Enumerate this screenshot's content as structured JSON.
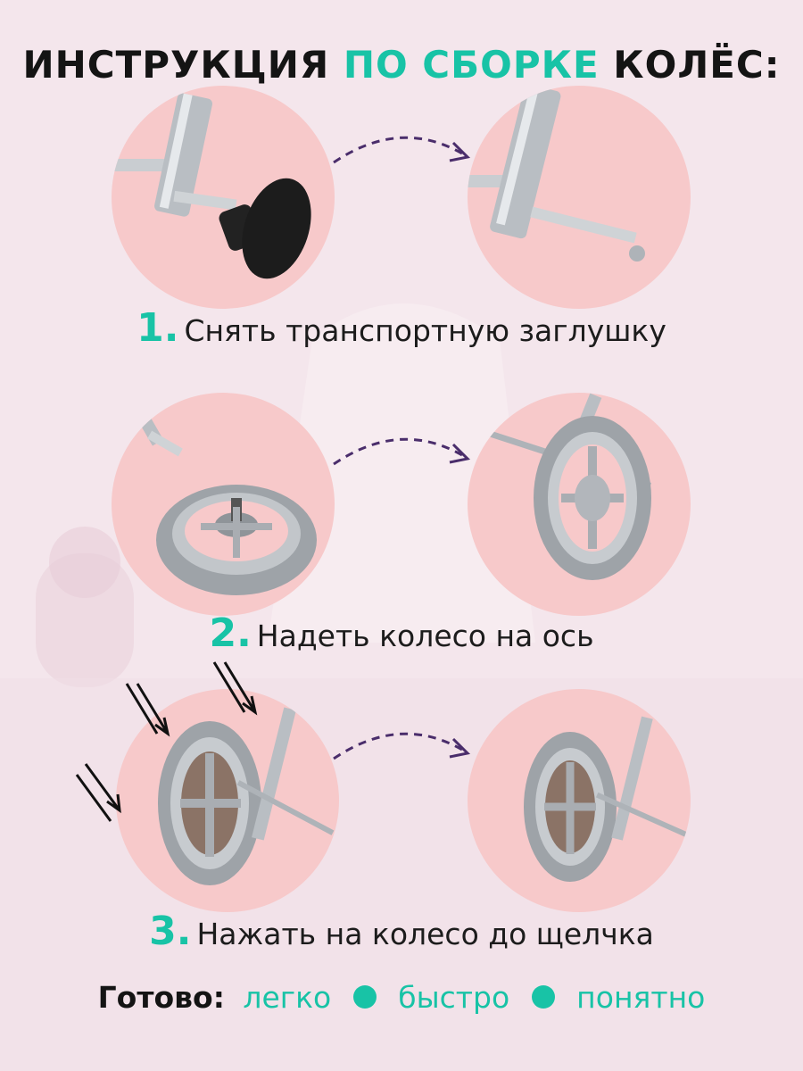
{
  "title": {
    "part1": "ИНСТРУКЦИЯ",
    "accent": "ПО СБОРКЕ",
    "part2": "КОЛЁС:"
  },
  "steps": [
    {
      "number": "1.",
      "text": "Снять транспортную заглушку"
    },
    {
      "number": "2.",
      "text": "Надеть колесо на ось"
    },
    {
      "number": "3.",
      "text": "Нажать на колесо до щелчка"
    }
  ],
  "footer": {
    "lead": "Готово:",
    "words": [
      "легко",
      "быстро",
      "понятно"
    ]
  },
  "colors": {
    "accent": "#18c3a6",
    "circle": "#f7c9ca",
    "arrow": "#4a2d6b",
    "text": "#141414"
  }
}
